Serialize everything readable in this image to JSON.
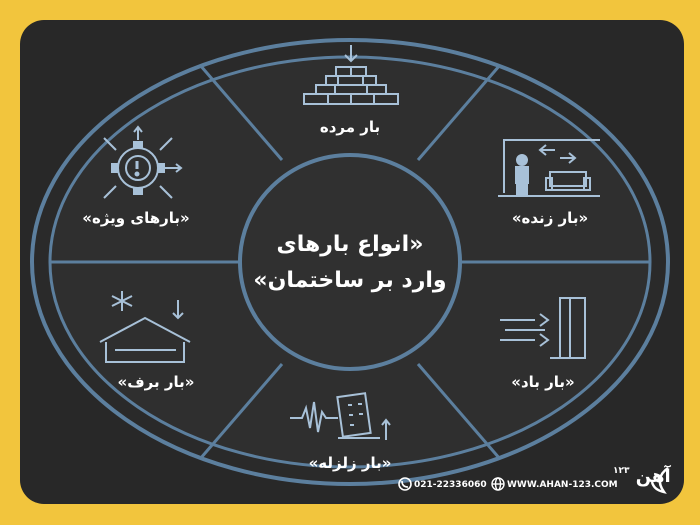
{
  "diagram": {
    "center": {
      "line1": "«انواع بارهای",
      "line2": "وارد بر ساختمان»"
    },
    "segments": [
      {
        "id": "dead",
        "label": "بار مرده",
        "icon": "brick-wall-icon"
      },
      {
        "id": "live",
        "label": "«بار زنده»",
        "icon": "room-furniture-icon"
      },
      {
        "id": "wind",
        "label": "«بار باد»",
        "icon": "wind-wall-icon"
      },
      {
        "id": "earthquake",
        "label": "«بار زلزله»",
        "icon": "seismic-building-icon"
      },
      {
        "id": "snow",
        "label": "«بار برف»",
        "icon": "snow-roof-icon"
      },
      {
        "id": "special",
        "label": "«بارهای ویژه»",
        "icon": "gear-alert-icon"
      }
    ]
  },
  "footer": {
    "phone": "021-22336060",
    "website": "WWW.AHAN-123.COM",
    "logo_text": "آهن",
    "logo_small": "۱۲۳"
  },
  "colors": {
    "background": "#f2c53d",
    "card": "#282828",
    "ring": "#5c7f9e",
    "icon": "#a8c1d8",
    "text": "#ffffff"
  }
}
